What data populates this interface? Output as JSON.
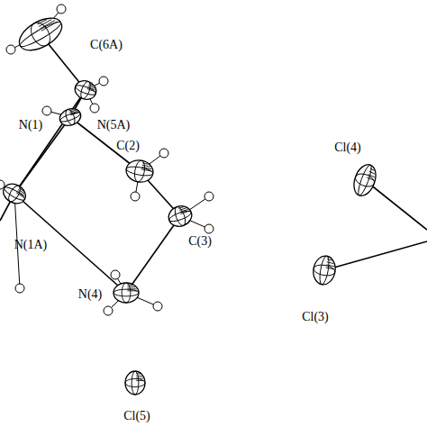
{
  "diagram": {
    "labels": [
      "C(6A)",
      "N(1)",
      "N(5A)",
      "C(2)",
      "C(3)",
      "N(1A)",
      "N(4)",
      "Cl(4)",
      "Cl(3)",
      "Cl(5)"
    ]
  }
}
